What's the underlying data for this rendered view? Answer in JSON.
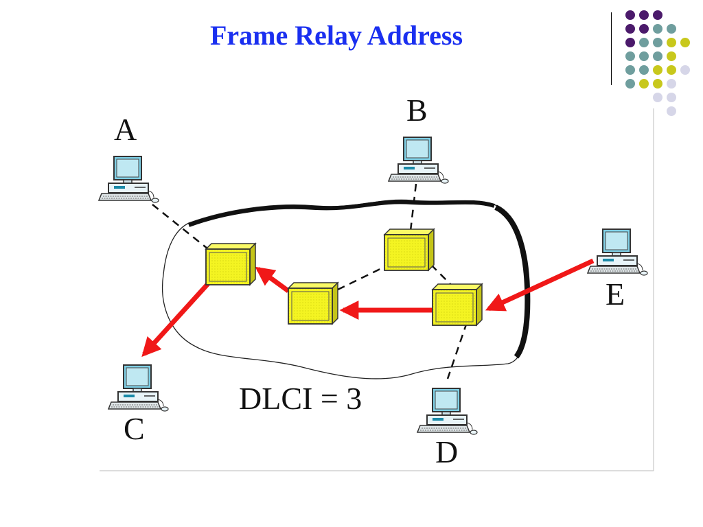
{
  "title": "Frame Relay Address",
  "colors": {
    "title": "#1a2ff0",
    "arrow": "#f01818",
    "switch_fill": "#f4f422",
    "deco_purple": "#4b1a6b",
    "deco_teal": "#6f9e9e",
    "deco_yellow": "#c8c81c",
    "deco_lavender": "#d6d6e8"
  },
  "diagram": {
    "nodes": [
      {
        "id": "A",
        "label": "A",
        "icon": "computer-icon"
      },
      {
        "id": "B",
        "label": "B",
        "icon": "computer-icon"
      },
      {
        "id": "C",
        "label": "C",
        "icon": "computer-icon"
      },
      {
        "id": "D",
        "label": "D",
        "icon": "computer-icon"
      },
      {
        "id": "E",
        "label": "E",
        "icon": "computer-icon"
      }
    ],
    "switches": [
      {
        "id": "switch-left",
        "icon": "frame-relay-switch"
      },
      {
        "id": "switch-middle",
        "icon": "frame-relay-switch"
      },
      {
        "id": "switch-top",
        "icon": "frame-relay-switch"
      },
      {
        "id": "switch-right",
        "icon": "frame-relay-switch"
      }
    ],
    "dlci_label": "DLCI = 3",
    "cloud": "frame-relay-network-cloud",
    "path_description": "E to C via right, middle and left switches"
  }
}
